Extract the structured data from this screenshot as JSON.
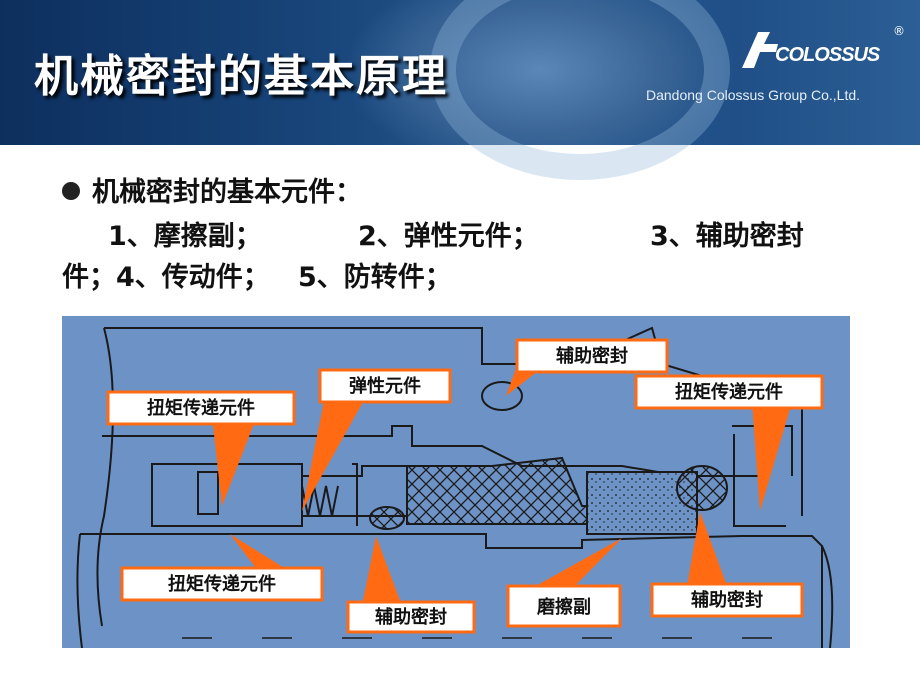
{
  "header": {
    "title": "机械密封的基本原理",
    "logo_text": "COLOSSUS",
    "registered_mark": "®",
    "company": "Dandong Colossus Group Co.,Ltd."
  },
  "content": {
    "heading": "机械密封的基本元件：",
    "line1_items": [
      "1、摩擦副；",
      "2、弹性元件；",
      "3、辅助密封"
    ],
    "line2": "件；4、传动件；   5、防转件；"
  },
  "diagram": {
    "callouts": [
      {
        "id": "aux-seal-top",
        "text": "辅助密封"
      },
      {
        "id": "spring",
        "text": "弹性元件"
      },
      {
        "id": "torque-left-top",
        "text": "扭矩传递元件"
      },
      {
        "id": "torque-right",
        "text": "扭矩传递元件"
      },
      {
        "id": "torque-left-bottom",
        "text": "扭矩传递元件"
      },
      {
        "id": "aux-seal-bottom",
        "text": "辅助密封"
      },
      {
        "id": "friction-pair",
        "text": "磨擦副"
      },
      {
        "id": "aux-seal-right",
        "text": "辅助密封"
      }
    ],
    "colors": {
      "background": "#6d93c6",
      "callout_fill": "#ff6a13",
      "callout_text_bg": "#ffffff",
      "line": "#1a1a1a"
    }
  }
}
